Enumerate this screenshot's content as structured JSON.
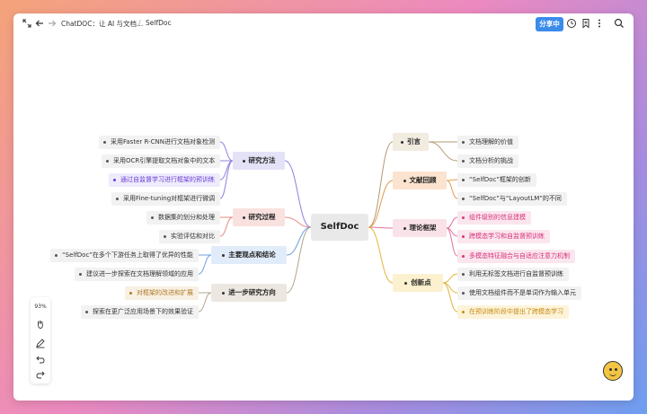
{
  "topbar": {
    "expand_icon": "expand-icon",
    "breadcrumb_1": "ChatDOC：让 AI 与文档...",
    "breadcrumb_sep": "/",
    "breadcrumb_2": "SelfDoc",
    "share_label": "分享中"
  },
  "mindmap": {
    "center": "SelfDoc",
    "left": [
      {
        "label": "研究方法",
        "color": "#e4e2f7",
        "children": [
          {
            "text": "采用Faster R-CNN进行文档对象检测"
          },
          {
            "text": "采用OCR引擎提取文档对象中的文本"
          },
          {
            "text": "通过自监督学习进行框架的预训练",
            "color": "#6a3fd6",
            "bg": "#eeebfb"
          },
          {
            "text": "采用Fine-tuning对框架进行微调"
          }
        ]
      },
      {
        "label": "研究过程",
        "color": "#f9e1df",
        "children": [
          {
            "text": "数据集的划分和处理"
          },
          {
            "text": "实验评估和对比"
          }
        ]
      },
      {
        "label": "主要观点和结论",
        "color": "#e1ecfa",
        "children": [
          {
            "text": "“SelfDoc”在多个下游任务上取得了优异的性能"
          },
          {
            "text": "建议进一步探索在文档理解领域的应用"
          }
        ]
      },
      {
        "label": "进一步研究方向",
        "color": "#ece8e1",
        "children": [
          {
            "text": "对框架的改进和扩展",
            "color": "#b07a2a",
            "bg": "#f8f0e2"
          },
          {
            "text": "探索在更广泛应用场景下的效果验证"
          }
        ]
      }
    ],
    "right": [
      {
        "label": "引言",
        "color": "#f2ebe0",
        "children": [
          {
            "text": "文档理解的价值"
          },
          {
            "text": "文档分析的挑战"
          }
        ]
      },
      {
        "label": "文献回顾",
        "color": "#fbe3cf",
        "children": [
          {
            "text": "“SelfDoc”框架的创新"
          },
          {
            "text": "“SelfDoc”与“LayoutLM”的不同"
          }
        ]
      },
      {
        "label": "理论框架",
        "color": "#f9e2e8",
        "children": [
          {
            "text": "组件级别的信息建模",
            "color": "#d6337a",
            "bg": "#fbe6ee"
          },
          {
            "text": "跨模态学习和自监督预训练",
            "color": "#d6337a",
            "bg": "#fbe6ee"
          },
          {
            "text": "多模态特征融合与自适应注意力机制",
            "color": "#d6337a",
            "bg": "#fbe6ee"
          }
        ]
      },
      {
        "label": "创新点",
        "color": "#fbf1cf",
        "children": [
          {
            "text": "利用无标签文档进行自监督预训练"
          },
          {
            "text": "使用文档组件而不是单词作为输入单元"
          },
          {
            "text": "在预训练阶段中提出了跨模态学习",
            "color": "#c68b12",
            "bg": "#fdf3d9"
          }
        ]
      }
    ]
  },
  "toolpanel": {
    "zoom": "93%",
    "tools": [
      "hand-icon",
      "pen-icon",
      "undo-icon",
      "redo-icon"
    ]
  },
  "colors": {
    "share": "#3b8beb",
    "branch_right": [
      "#b39a72",
      "#e29a4e",
      "#e0709a",
      "#e3b53b"
    ],
    "branch_left": [
      "#8f7fe0",
      "#e58a82",
      "#6fa0e0",
      "#b3a48c"
    ]
  }
}
